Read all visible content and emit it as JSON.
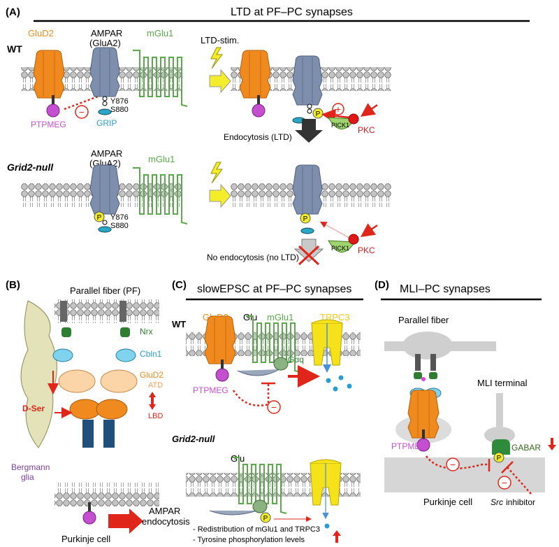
{
  "colors": {
    "gluD2": "#f08a1e",
    "ampar": "#7e8fae",
    "mglu1": "#5aa94a",
    "ptpmeg": "#c44fcf",
    "grip": "#2a9dd0",
    "pkc": "#e01818",
    "red": "#e0251b",
    "trpc3": "#f6e21a",
    "gabar": "#33691e",
    "lipid": "#bdbdbd",
    "cbln1": "#7fd3ee",
    "purkinje_bg": "#d6d6d6"
  },
  "panelA": {
    "label": "(A)",
    "title": "LTD at PF–PC synapses",
    "wt_label": "WT",
    "null_label": "Grid2-null",
    "glud2": "GluD2",
    "ampar_line1": "AMPAR",
    "ampar_line2": "(GluA2)",
    "mglu1": "mGlu1",
    "ltd_stim": "LTD-stim.",
    "ptpmeg": "PTPMEG",
    "grip": "GRIP",
    "y876": "Y876",
    "s880": "S880",
    "minus": "−",
    "plus": "+",
    "p": "P",
    "pkc": "PKC",
    "pick1": "PICK1",
    "endocytosis": "Endocytosis (LTD)",
    "no_endocytosis": "No endocytosis (no LTD)"
  },
  "panelB": {
    "label": "(B)",
    "pf": "Parallel fiber (PF)",
    "nrx": "Nrx",
    "cbln1": "Cbln1",
    "glud2": "GluD2",
    "atd": "ATD",
    "lbd": "LBD",
    "dser": "D-Ser",
    "bergmann1": "Bergmann",
    "bergmann2": "glia",
    "ampar1": "AMPAR",
    "ampar2": "endocytosis",
    "purkinje": "Purkinje cell"
  },
  "panelC": {
    "label": "(C)",
    "title": "slowEPSC at PF–PC synapses",
    "wt_label": "WT",
    "null_label": "Grid2-null",
    "glud2": "GluD2",
    "glu": "Glu",
    "mglu1": "mGlu1",
    "trpc3": "TRPC3",
    "gaq": "Gαq",
    "ptpmeg": "PTPMEG",
    "minus": "−",
    "p": "P",
    "note1": "- Redistribution of mGlu1 and TRPC3",
    "note2": "- Tyrosine phosphorylation levels"
  },
  "panelD": {
    "label": "(D)",
    "title": "MLI–PC synapses",
    "pf": "Parallel fiber",
    "mli": "MLI terminal",
    "ptpmeg": "PTPMEG",
    "gabar": "GABAR",
    "purkinje": "Purkinje cell",
    "src": "Src",
    "inhibitor": " inhibitor",
    "minus": "−",
    "p": "P"
  }
}
